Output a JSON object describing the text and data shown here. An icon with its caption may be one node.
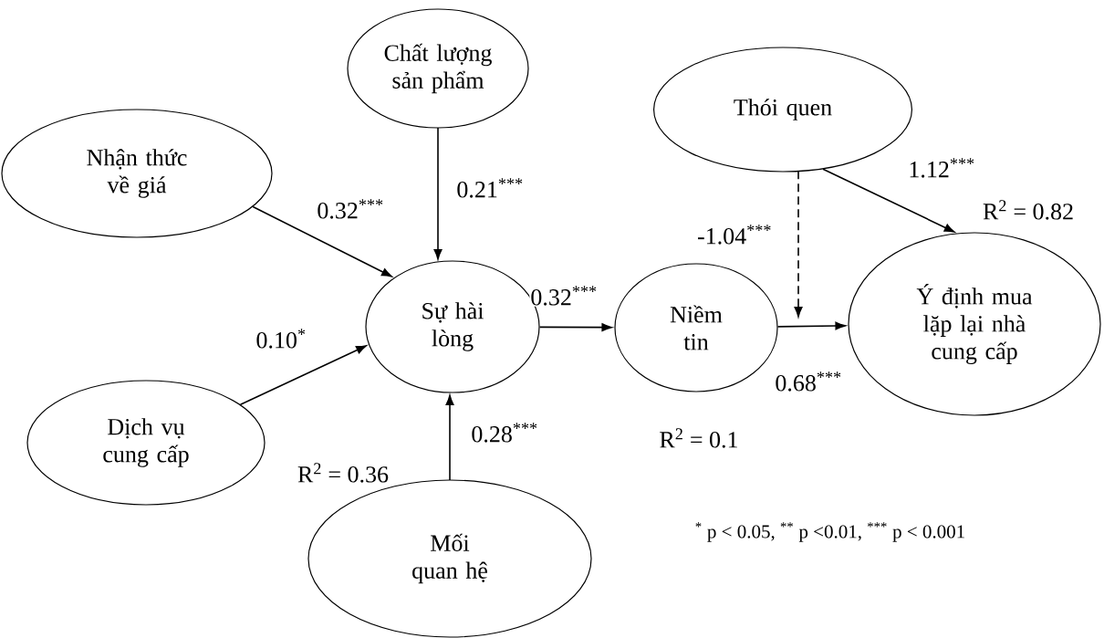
{
  "diagram": {
    "nodes": [
      {
        "text": [
          "Chất lượng sản phẩm"
        ]
      },
      {
        "text": [
          "Thói quen"
        ]
      },
      {
        "text": [
          "Nhận thức về giá"
        ]
      },
      {
        "text": [
          "Sự hài lòng"
        ]
      },
      {
        "text": [
          "Niềm tin"
        ],
        "beside": [
          "R$^{2}$ = 0.1"
        ]
      },
      {
        "text": [
          "Ý định mua lặp lại nhà cung cấp"
        ],
        "beside": [
          "R$^{2}$ = 0.82"
        ]
      },
      {
        "text": [
          "Dịch vụ cung cấp"
        ]
      },
      {
        "text": [
          "Mối quan hệ"
        ]
      }
    ],
    "edges": [
      {
        "from": 0,
        "to": 3,
        "arrow": "to",
        "label": "0.21$^{***}$"
      },
      {
        "from": 2,
        "to": 3,
        "arrow": "to",
        "label": "0.32$^{***}$"
      },
      {
        "from": 6,
        "to": 3,
        "arrow": "to",
        "label": "0.10$^{*}$"
      },
      {
        "from": 7,
        "to": 3,
        "arrow": "to",
        "label": "0.28$^{***}$"
      },
      {
        "from": 3,
        "to": 4,
        "arrow": "to",
        "label": "0.32$^{***}$"
      },
      {
        "from": 4,
        "to": 5,
        "arrow": "to",
        "label": "0.68$^{***}$"
      },
      {
        "from": 1,
        "to": 5,
        "arrow": "to",
        "label": "1.12$^{***}$"
      },
      {
        "from": 1,
        "to": null,
        "arrow": "to",
        "label": "-1.04$^{***}$",
        "style": "dashed"
      }
    ],
    "labels": [
      "R$^{2}$ = 0.36",
      "$^{*}$ p < 0.05, $^{**}$ p <0.01, $^{***}$ p < 0.001"
    ]
  }
}
